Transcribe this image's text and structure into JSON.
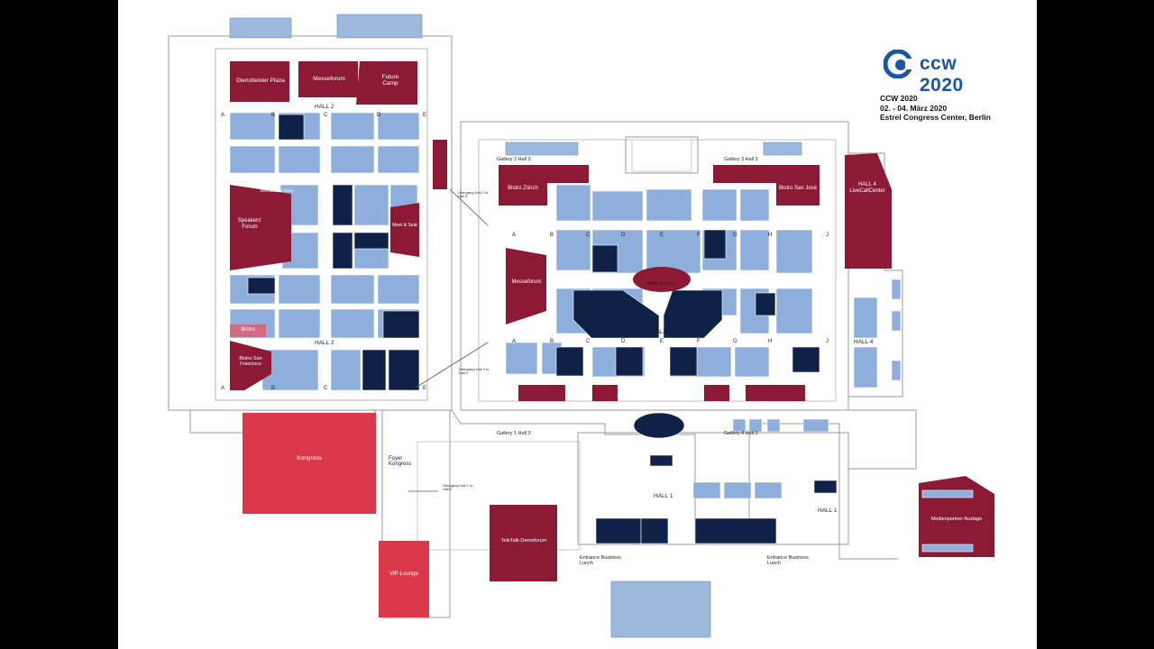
{
  "event": {
    "logo_text": "ccw 2020",
    "name": "CCW 2020",
    "dates": "02. - 04. März 2020",
    "venue": "Estrel Congress Center, Berlin"
  },
  "colors": {
    "booth_light": "#8eaedc",
    "booth_dark": "#0f2147",
    "feature_maroon": "#8c1a35",
    "kongress_red": "#d9394a",
    "floor_white": "#ffffff",
    "wall_gray": "#9a9a9a",
    "brand_blue": "#1b55a6"
  },
  "areas": {
    "dienstleister_plaza": "Dienstleister Plaza",
    "messeforum_top": "Messeforum",
    "future_camp": "Future Camp",
    "speakers_forum": "Speakers' Forum",
    "international_plaza": "International Plaza",
    "meet_seat_hall2": "Meet & Seat",
    "bistro": "Bistro",
    "bistro_sf": "Bistro San Francisco",
    "bistro_zurich": "Bistro Zürich",
    "bistro_san_jose": "Bistro San José",
    "hall4_livecall": "HALL 4 LiveCallCenter",
    "messeforum_hall3": "Messeforum",
    "meet_seat_hall3": "Meet & Seat",
    "kongress": "Kongress",
    "foyer": "Foyer Kongress",
    "teletalk": "TeleTalk-Demoforum",
    "vip": "VIP-Lounge",
    "medienpartner": "Medienpartner Auslage"
  },
  "labels": {
    "hall2_top": "HALL 2",
    "hall2_bottom": "HALL 2",
    "hall3": "HALL 3",
    "hall4": "HALL 4",
    "hall1_center": "HALL 1",
    "hall1_right": "HALL 1",
    "gallery2": "Gallery 2 Hall 3",
    "gallery3": "Gallery 3 Hall 3",
    "gallery1": "Gallery 1 Hall 3",
    "gallery4": "Gallery 4 Hall 3",
    "entrance_left": "Entrance Business Lunch",
    "entrance_right": "Entrance Business Lunch",
    "passage_top": "Übergang Hall 2 to Hall 3",
    "passage_mid": "Übergang Hall 3 to Hall 2",
    "passage_bottom": "Übergang Hall 1 to Hall 2"
  },
  "row_letters_hall2": [
    "A",
    "B",
    "C",
    "D",
    "E"
  ],
  "row_letters_hall3": [
    "A",
    "B",
    "C",
    "D",
    "E",
    "F",
    "G",
    "H",
    "J"
  ]
}
